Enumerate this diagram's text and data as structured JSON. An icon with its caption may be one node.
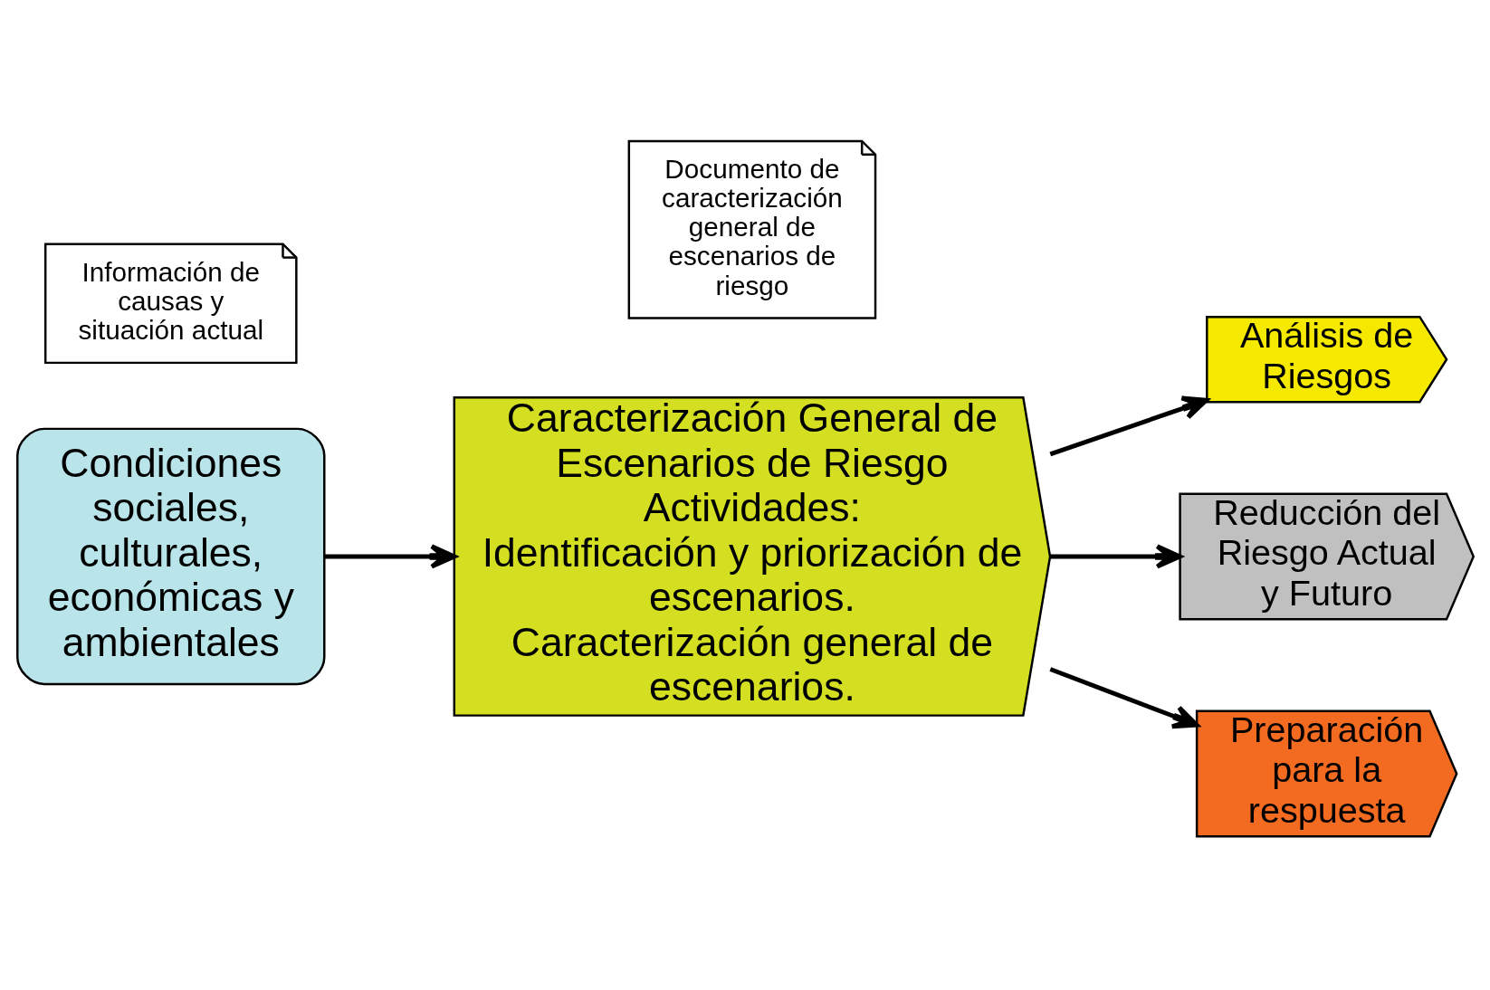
{
  "diagram": {
    "nodes": [
      {
        "text": [
          "Condiciones sociales, culturales, económicas y ambientales"
        ]
      },
      {
        "text": [
          "Información de causas y situación actual"
        ]
      },
      {
        "text": [
          "Caracterización General de Escenarios de Riesgo",
          "Actividades:",
          "Identificación y priorización de escenarios.",
          "Caracterización general de escenarios."
        ]
      },
      {
        "text": [
          "Documento de caracterización general de escenarios de riesgo"
        ]
      },
      {
        "text": [
          "Análisis de Riesgos"
        ]
      },
      {
        "text": [
          "Reducción del Riesgo Actual y Futuro"
        ]
      },
      {
        "text": [
          "Preparación para la respuesta"
        ]
      }
    ],
    "edges": [
      {
        "from": 0,
        "to": 2,
        "arrow": "to"
      },
      {
        "from": 2,
        "to": 4,
        "arrow": "to"
      },
      {
        "from": 2,
        "to": 5,
        "arrow": "to"
      },
      {
        "from": 2,
        "to": 6,
        "arrow": "to"
      }
    ]
  }
}
